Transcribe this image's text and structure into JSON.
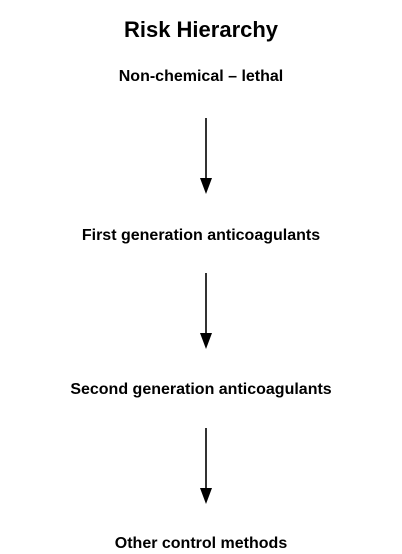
{
  "title": "Risk Hierarchy",
  "levels": [
    "Non-chemical – lethal",
    "First generation anticoagulants",
    "Second generation anticoagulants",
    "Other control methods"
  ]
}
